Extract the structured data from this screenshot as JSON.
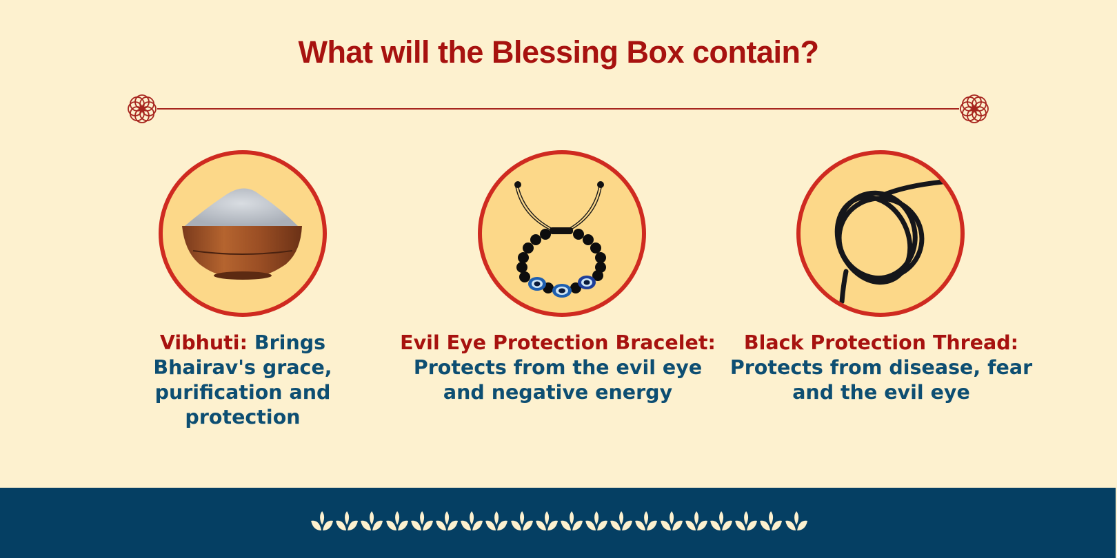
{
  "page": {
    "title": "What will the Blessing Box contain?"
  },
  "colors": {
    "background": "#fdf1cf",
    "title_red": "#a7120f",
    "text_blue": "#0d4e72",
    "circle_fill": "#fcd889",
    "circle_border": "#cf2a20",
    "footer": "#053f63",
    "leaf": "#fdf1cf"
  },
  "divider": {
    "left_icon": "mandala-flower-icon",
    "right_icon": "mandala-flower-icon"
  },
  "items": [
    {
      "image": "vibhuti-bowl-image",
      "label": "Vibhuti:",
      "description": " Brings Bhairav's grace, purification and protection"
    },
    {
      "image": "evil-eye-bracelet-image",
      "label": "Evil Eye Protection Bracelet:",
      "description": " Protects from the evil eye and negative energy"
    },
    {
      "image": "black-thread-image",
      "label": "Black Protection Thread:",
      "description": " Protects from disease, fear and the evil eye"
    }
  ],
  "footer": {
    "decoration_icon": "lotus-leaf-icon",
    "decoration_count": 20
  }
}
